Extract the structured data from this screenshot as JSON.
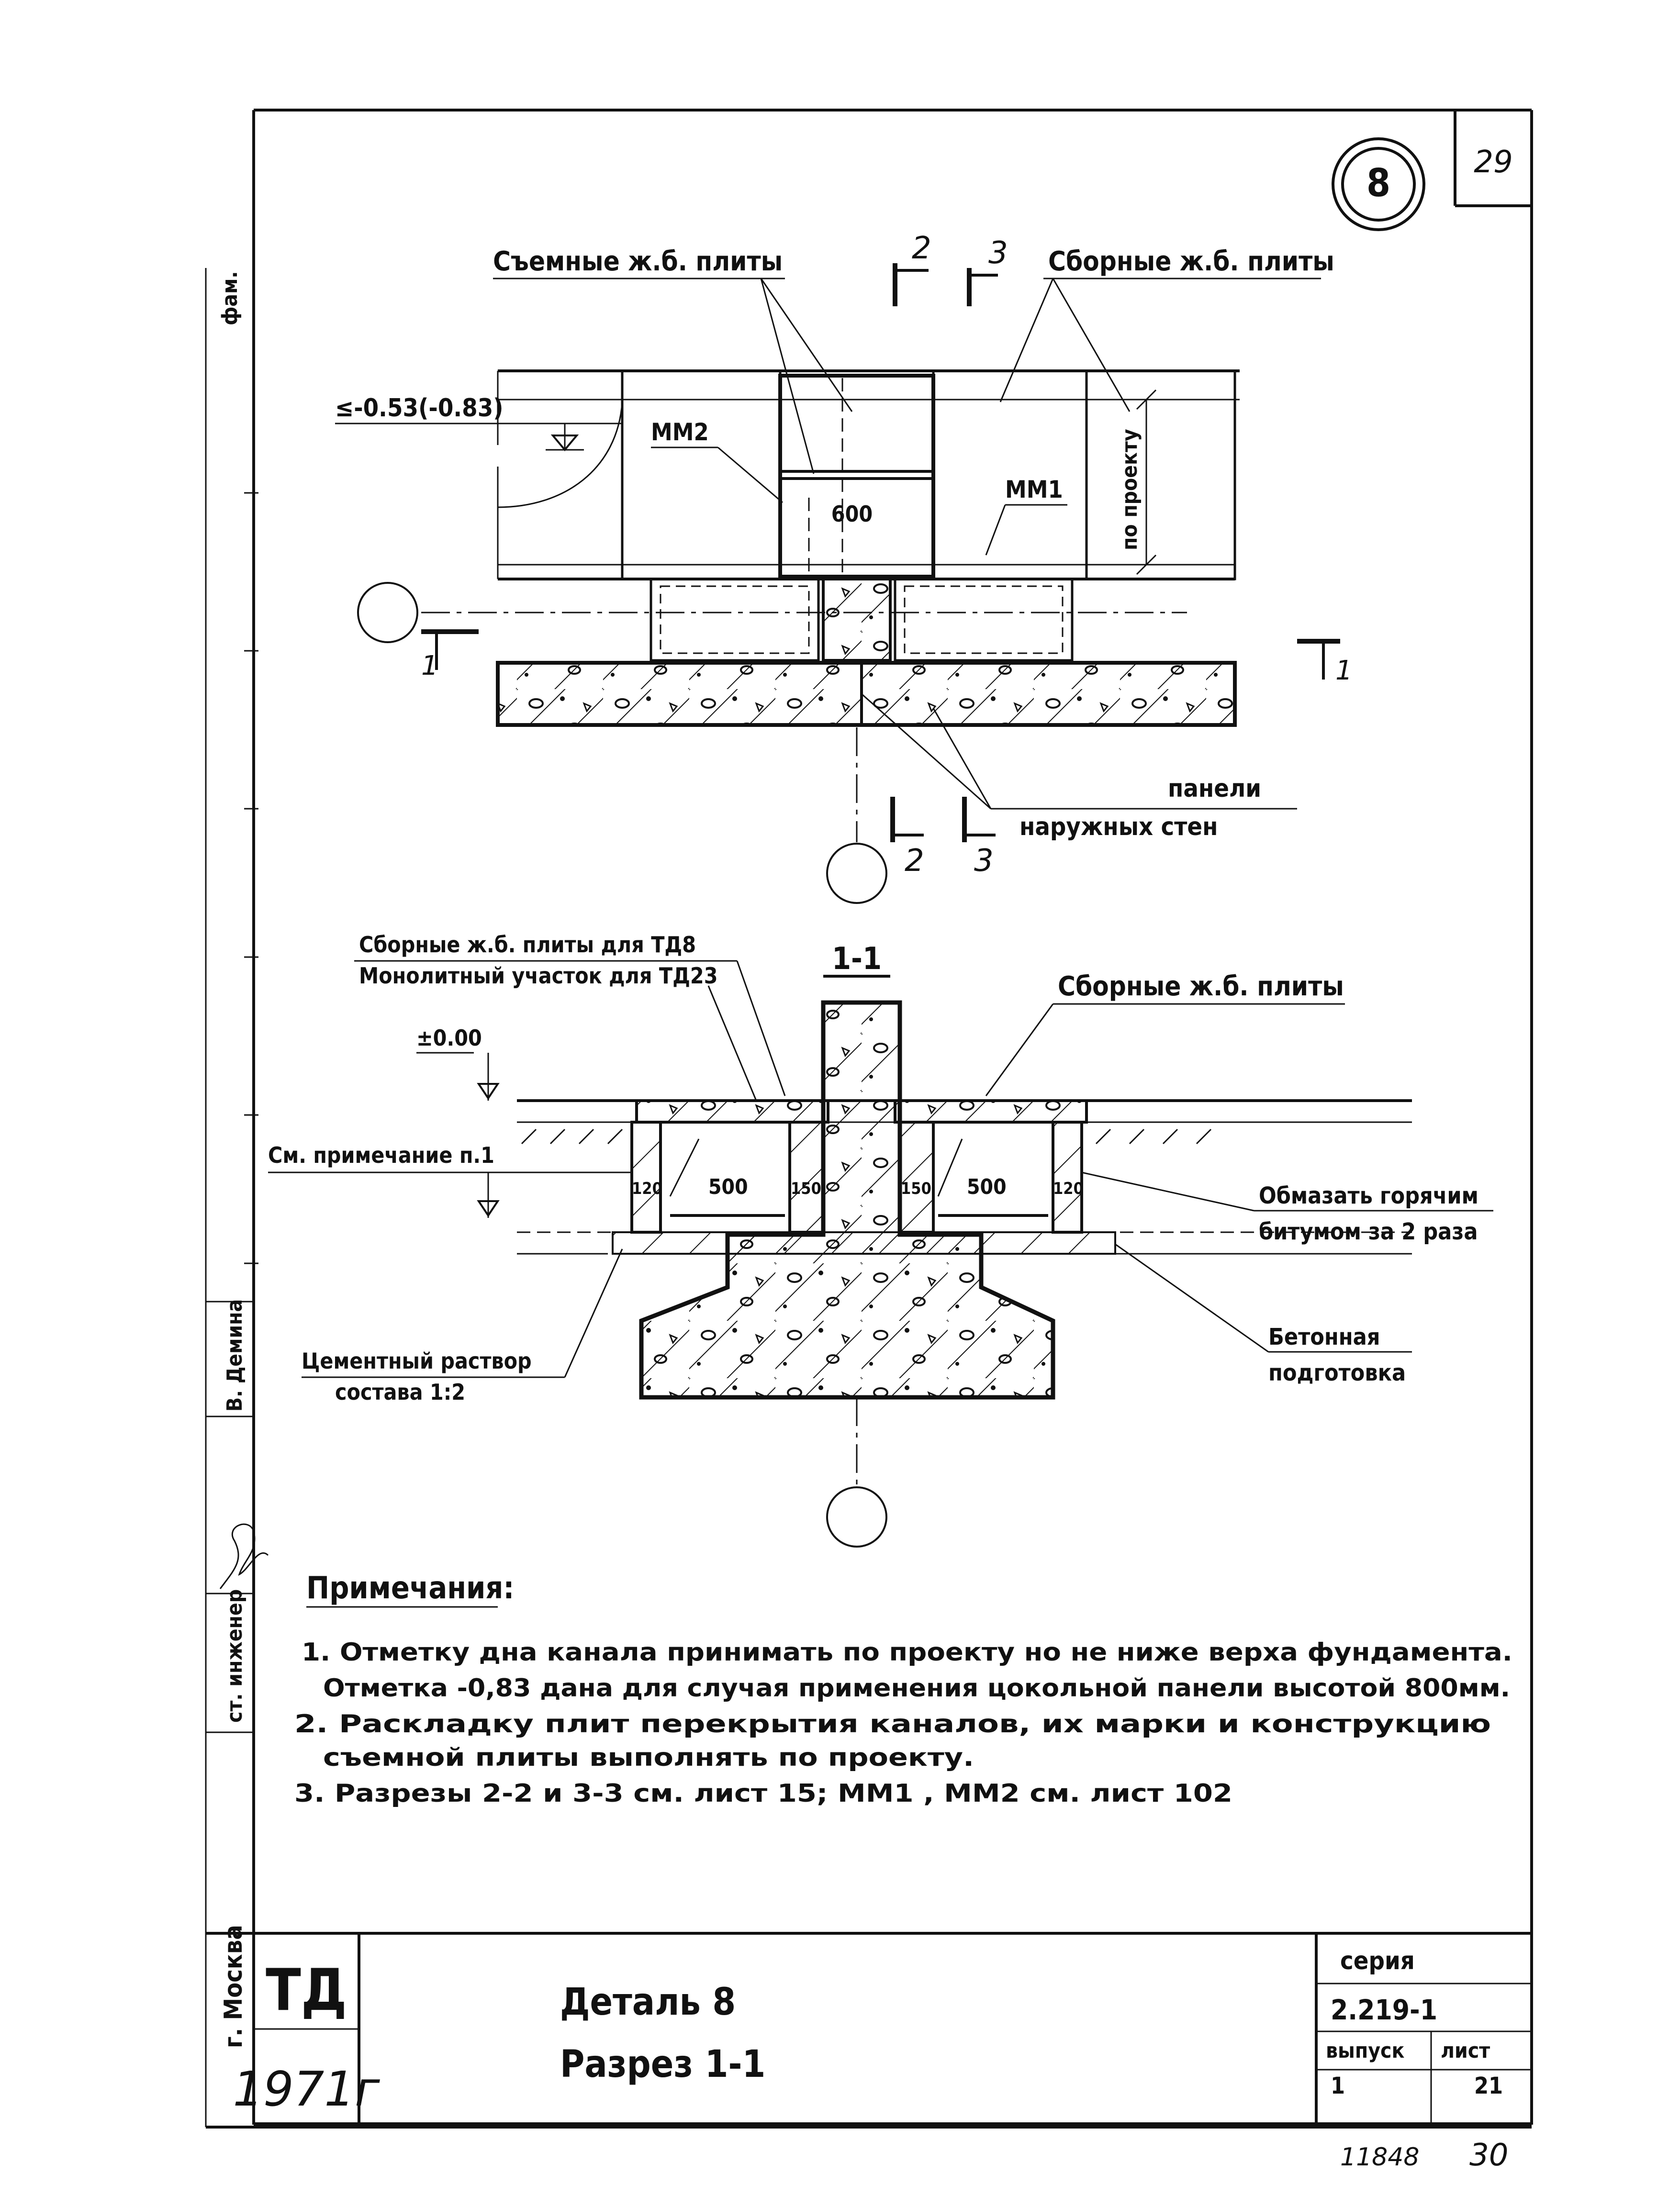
{
  "sheet": {
    "page_number_top": "29",
    "detail_marker": "8",
    "bottom_numbers": {
      "left": "11848",
      "right": "30"
    }
  },
  "plan": {
    "label_removable_slabs": "Съемные ж.б. плиты",
    "label_precast_slabs": "Сборные ж.б. плиты",
    "elevation_mark": "≤-0.53(-0.83)",
    "label_mm2": "ММ2",
    "label_mm1": "ММ1",
    "dim_600": "600",
    "dim_by_project": "по проекту",
    "section_cut_1_left": "1",
    "section_cut_1_right": "1",
    "section_2_top": "2",
    "section_3_top": "3",
    "section_2_bottom": "2",
    "section_3_bottom": "3",
    "label_panels": "панели",
    "label_outer_walls": "наружных стен"
  },
  "section": {
    "title": "1-1",
    "label_precast_td8": "Сборные ж.б. плиты для ТД8",
    "label_monolith_td23": "Монолитный участок для ТД23",
    "label_precast_right": "Сборные ж.б. плиты",
    "elevation_zero": "±0.00",
    "label_see_note": "См. примечание п.1",
    "dim_500_left": "500",
    "dim_500_right": "500",
    "dim_120_a": "120",
    "dim_120_b": "120",
    "dim_150_a": "150",
    "dim_150_b": "150",
    "label_bitumen_1": "Обмазать горячим",
    "label_bitumen_2": "битумом за 2 раза",
    "label_concrete_1": "Бетонная",
    "label_concrete_2": "подготовка",
    "label_mortar_1": "Цементный раствор",
    "label_mortar_2": "состава 1:2"
  },
  "notes": {
    "title": "Примечания:",
    "n1_line1": "1. Отметку дна канала принимать по проекту но не ниже верха фундамента.",
    "n1_line2": "Отметка -0,83 дана для случая применения цокольной панели высотой 800мм.",
    "n2_line1": "2. Раскладку плит перекрытия каналов, их марки и конструкцию",
    "n2_line2": "съемной плиты выполнять по проекту.",
    "n3": "3. Разрезы  2-2 и 3-3 см. лист 15;  ММ1 , ММ2  см. лист 102"
  },
  "side_stamp": {
    "city": "г. Москва",
    "engineer_role": "ст. инженер",
    "engineer_name": "В. Демина",
    "surname_role": "фам."
  },
  "title_block": {
    "org": "ТД",
    "year": "1971г",
    "title_line1": "Деталь 8",
    "title_line2": "Разрез 1-1",
    "series_label": "серия",
    "series_value": "2.219-1",
    "issue_label": "выпуск",
    "issue_value": "1",
    "sheet_label": "лист",
    "sheet_value": "21"
  }
}
